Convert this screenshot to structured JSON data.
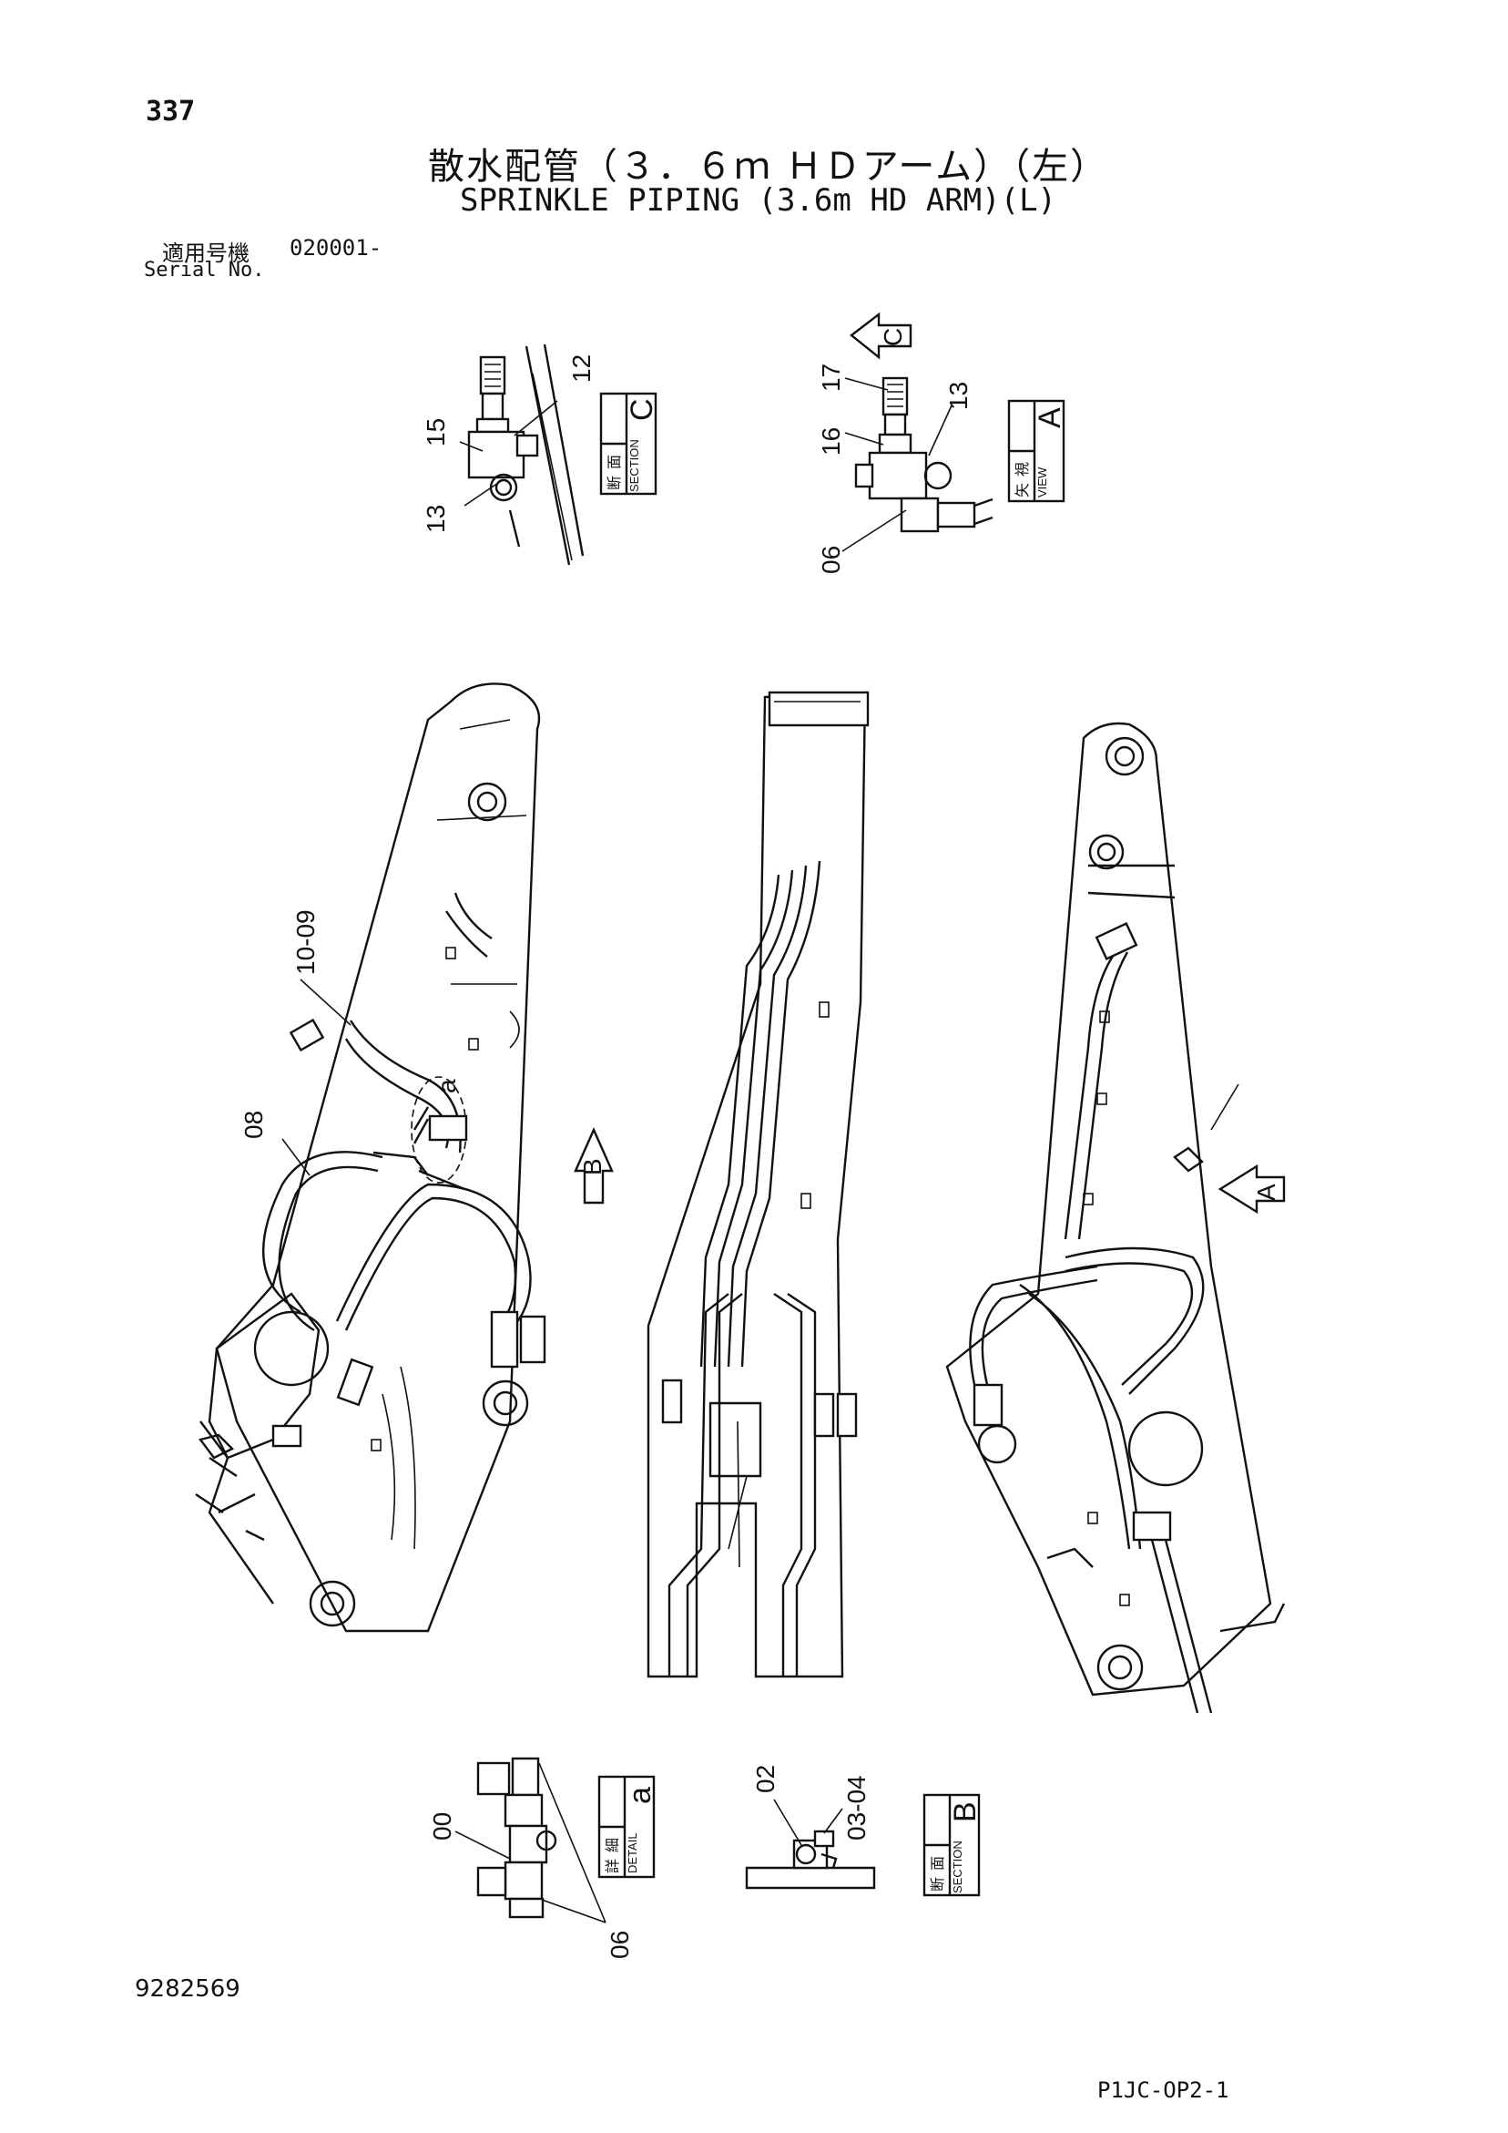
{
  "header": {
    "page_number": "337",
    "title_jp": "散水配管（３．６ｍ ＨＤアーム）（左）",
    "title_en": "SPRINKLE PIPING (3.6m HD ARM)(L)",
    "serial_label_jp": "適用号機",
    "serial_value": "020001-",
    "serial_label_en": "Serial No."
  },
  "footer": {
    "document_number": "9282569",
    "page_code": "P1JC-OP2-1"
  },
  "views": {
    "section_c": {
      "letter": "C",
      "jp1": "断",
      "jp2": "面",
      "en": "SECTION"
    },
    "view_a": {
      "letter": "A",
      "jp1": "矢",
      "jp2": "視",
      "en": "VIEW"
    },
    "detail_a": {
      "letter": "a",
      "jp1": "詳",
      "jp2": "細",
      "en": "DETAIL"
    },
    "section_b": {
      "letter": "B",
      "jp1": "断",
      "jp2": "面",
      "en": "SECTION"
    }
  },
  "callouts": {
    "c_12": "12",
    "c_15": "15",
    "c_13a": "13",
    "a_17": "17",
    "a_13": "13",
    "a_16": "16",
    "a_06": "06",
    "m_10_09": "10-09",
    "m_a": "a",
    "m_08": "08",
    "d_00": "00",
    "d_06": "06",
    "b_02": "02",
    "b_03_04": "03-04"
  },
  "arrows": {
    "arrow_c": "C",
    "arrow_b": "B",
    "arrow_a": "A"
  }
}
